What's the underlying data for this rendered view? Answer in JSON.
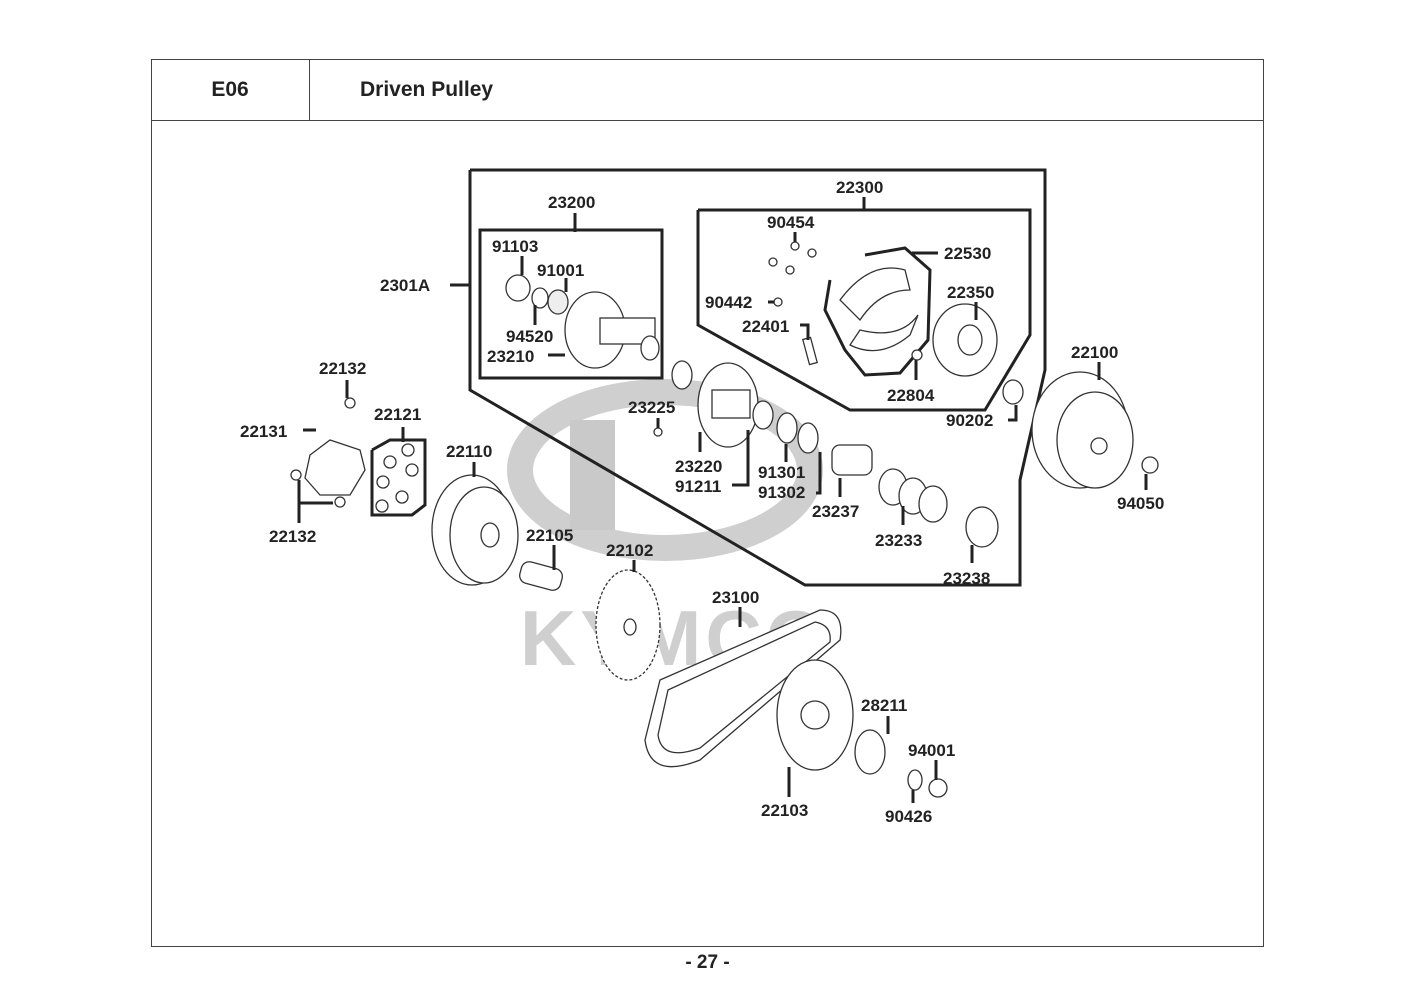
{
  "header": {
    "section_code": "E06",
    "title": "Driven Pulley"
  },
  "watermark": {
    "brand": "KYMCO",
    "color": "#c9c9c9"
  },
  "groups": [
    {
      "id": "2301A",
      "label": "2301A"
    },
    {
      "id": "23200",
      "label": "23200"
    },
    {
      "id": "22300",
      "label": "22300"
    }
  ],
  "parts": [
    "23200",
    "91103",
    "91001",
    "94520",
    "23210",
    "2301A",
    "22300",
    "90454",
    "22530",
    "22350",
    "90442",
    "22401",
    "22804",
    "90202",
    "22100",
    "94050",
    "22132",
    "22131",
    "22121",
    "22110",
    "23225",
    "23220",
    "91211",
    "91301",
    "91302",
    "23237",
    "23233",
    "23238",
    "22105",
    "22102",
    "23100",
    "28211",
    "94001",
    "90426",
    "22103",
    "22132"
  ],
  "labels": {
    "p23200": "23200",
    "p91103": "91103",
    "p91001": "91001",
    "p94520": "94520",
    "p23210": "23210",
    "p2301A": "2301A",
    "p22300": "22300",
    "p90454": "90454",
    "p22530": "22530",
    "p22350": "22350",
    "p90442": "90442",
    "p22401": "22401",
    "p22804": "22804",
    "p90202": "90202",
    "p22100": "22100",
    "p94050": "94050",
    "p22132a": "22132",
    "p22131": "22131",
    "p22121": "22121",
    "p22132b": "22132",
    "p22110": "22110",
    "p23225": "23225",
    "p23220": "23220",
    "p91211": "91211",
    "p91301": "91301",
    "p91302": "91302",
    "p23237": "23237",
    "p23233": "23233",
    "p23238": "23238",
    "p22105": "22105",
    "p22102": "22102",
    "p23100": "23100",
    "p28211": "28211",
    "p94001": "94001",
    "p90426": "90426",
    "p22103": "22103"
  },
  "footer": {
    "page_number": "- 27 -"
  }
}
